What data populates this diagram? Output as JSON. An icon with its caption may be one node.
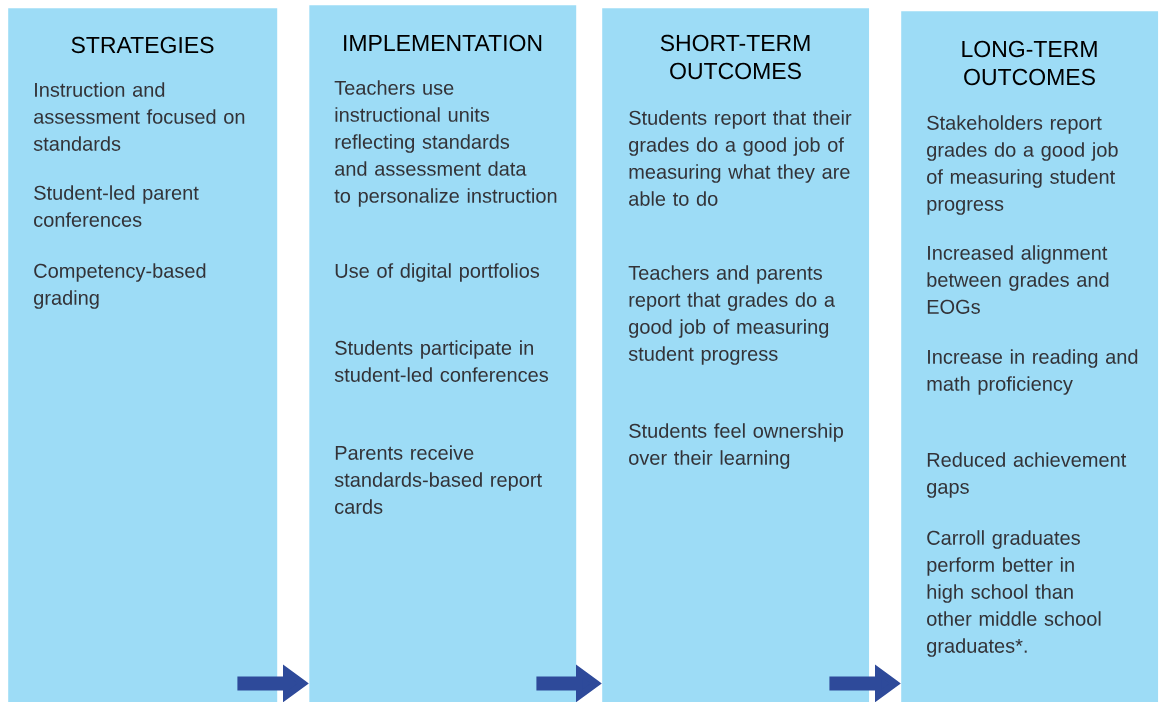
{
  "diagram": {
    "nodes": [
      {
        "text": [
          "STRATEGIES",
          "Instruction and assessment focused on standards",
          "Student-led parent conferences",
          "Competency-based grading"
        ]
      },
      {
        "text": [
          "IMPLEMENTATION",
          "Teachers use instructional units reflecting standards and assessment data to personalize instruction",
          "Use of digital portfolios",
          "Students participate in student-led conferences",
          "Parents receive standards-based report cards"
        ]
      },
      {
        "text": [
          "SHORT-TERM OUTCOMES",
          "Students report that their grades do a good job of measuring what they are able to do",
          "Teachers and parents report that grades do a good job of measuring student progress",
          "Students feel ownership over their learning"
        ]
      },
      {
        "text": [
          "LONG-TERM OUTCOMES",
          "Stakeholders report grades do a good job of measuring student progress",
          "Increased alignment between grades and EOGs",
          "Increase in reading and math proficiency",
          "Reduced achievement gaps",
          "Carroll graduates perform better in high school than other middle school graduates*."
        ]
      }
    ],
    "edges": [
      {
        "from": 0,
        "to": 1,
        "arrow": "to"
      },
      {
        "from": 1,
        "to": 2,
        "arrow": "to"
      },
      {
        "from": 2,
        "to": 3,
        "arrow": "to"
      }
    ]
  }
}
